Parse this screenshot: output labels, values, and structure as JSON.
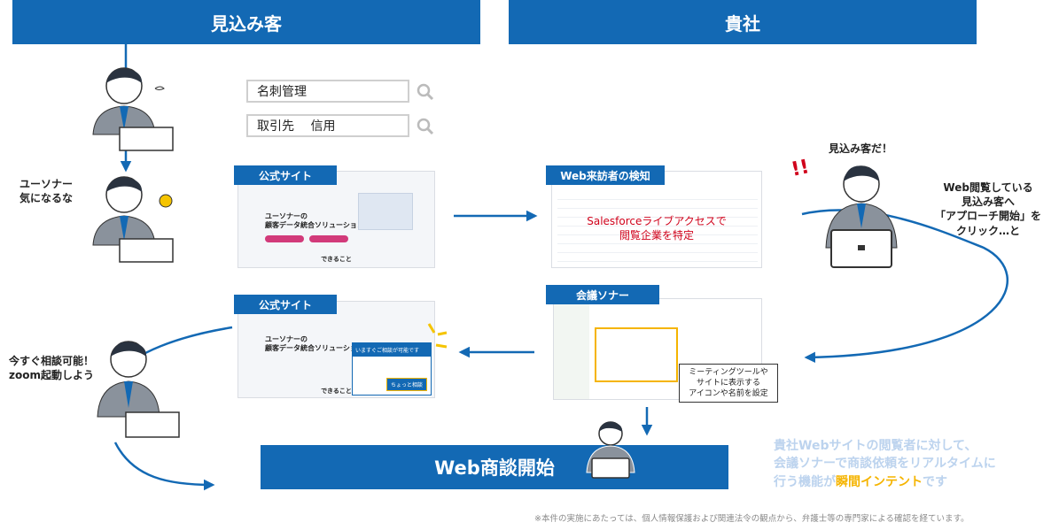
{
  "headers": {
    "prospect": "見込み客",
    "company": "貴社"
  },
  "search": {
    "query1": "名刺管理",
    "query2": "取引先　 信用"
  },
  "labels": {
    "official_site_1": "公式サイト",
    "web_visitor": "Web来訪者の検知",
    "official_site_2": "公式サイト",
    "meeting_sonar": "会議ソナー"
  },
  "thoughts": {
    "curious_line1": "ユーソナー",
    "curious_line2": "気になるな",
    "consult_line1": "今すぐ相談可能！",
    "consult_line2": "zoom起動しよう",
    "detected": "見込み客だ！",
    "exclaim": "!!"
  },
  "web_browsing": {
    "line1": "Web閲覧している",
    "line2": "見込み客へ",
    "line3": "「アプローチ開始」を",
    "line4": "クリック…と"
  },
  "salesforce": {
    "line1": "Salesforceライブアクセスで",
    "line2": "閲覧企業を特定"
  },
  "meeting_note": {
    "line1": "ミーティングツールや",
    "line2": "サイトに表示する",
    "line3": "アイコンや名前を設定"
  },
  "site": {
    "hero_line1": "ユーソナーの",
    "hero_line2": "顧客データ統合ソリューション",
    "footer_text": "できること",
    "popup_title": "いますぐご相談が可能です",
    "popup_button": "ちょっと相談"
  },
  "cta": "Web商談開始",
  "summary": {
    "line1": "貴社Webサイトの閲覧者に対して、",
    "line2": "会議ソナーで商談依頼をリアルタイムに",
    "line3_prefix": "行う機能が",
    "line3_highlight": "瞬間インテント",
    "line3_suffix": "です"
  },
  "footnote": "※本件の実施にあたっては、個人情報保護および関連法令の観点から、弁護士等の専門家による確認を経ています。",
  "colors": {
    "primary": "#1369b4",
    "highlight": "#f5b400",
    "alert": "#d0021b",
    "summary": "#bcd3ee"
  }
}
